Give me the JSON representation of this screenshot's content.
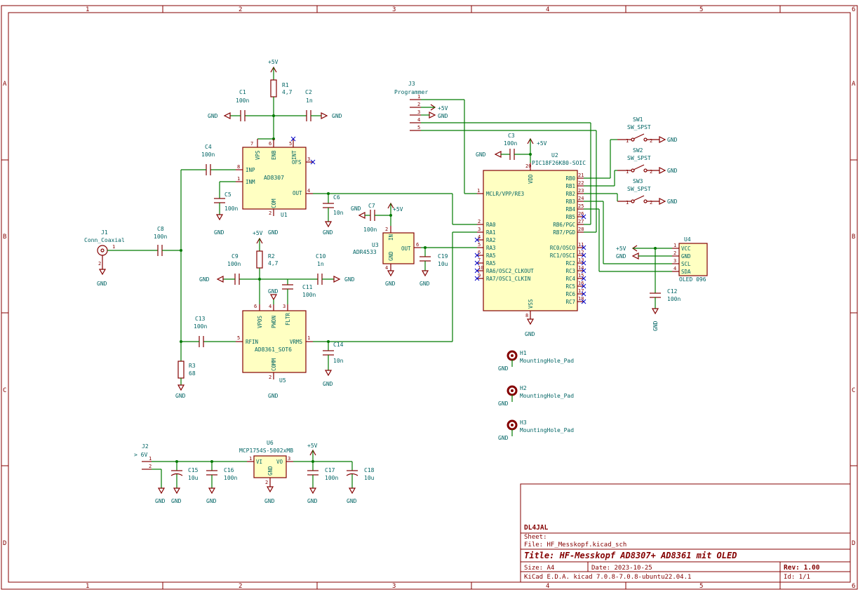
{
  "border": {
    "columns": [
      "1",
      "2",
      "3",
      "4",
      "5",
      "6"
    ],
    "rows": [
      "A",
      "B",
      "C",
      "D"
    ]
  },
  "title_block": {
    "company": "DL4JAL",
    "sheet_label": "Sheet:",
    "file": "File: HF_Messkopf.kicad_sch",
    "title": "Title: HF-Messkopf AD8307+ AD8361 mit OLED",
    "size": "Size: A4",
    "date": "Date: 2023-10-25",
    "rev": "Rev: 1.00",
    "tool": "KiCad E.D.A.  kicad 7.0.8-7.0.8-ubuntu22.04.1",
    "id": "Id: 1/1"
  },
  "power": {
    "gnd": "GND",
    "v5": "+5V"
  },
  "components": {
    "R1": {
      "ref": "R1",
      "val": "4,7"
    },
    "C1": {
      "ref": "C1",
      "val": "100n"
    },
    "C2": {
      "ref": "C2",
      "val": "1n"
    },
    "C4": {
      "ref": "C4",
      "val": "100n"
    },
    "C5": {
      "ref": "C5",
      "val": "100n"
    },
    "C6": {
      "ref": "C6",
      "val": "10n"
    },
    "C8": {
      "ref": "C8",
      "val": "100n"
    },
    "J1": {
      "ref": "J1",
      "val": "Conn_Coaxial"
    },
    "U1": {
      "ref": "U1",
      "val": "AD8307"
    },
    "R2": {
      "ref": "R2",
      "val": "4,7"
    },
    "C9": {
      "ref": "C9",
      "val": "100n"
    },
    "C10": {
      "ref": "C10",
      "val": "1n"
    },
    "C11": {
      "ref": "C11",
      "val": "100n"
    },
    "C13": {
      "ref": "C13",
      "val": "100n"
    },
    "C14": {
      "ref": "C14",
      "val": "10n"
    },
    "R3": {
      "ref": "R3",
      "val": "68"
    },
    "U5": {
      "ref": "U5",
      "val": "AD8361_SOT6"
    },
    "U3": {
      "ref": "U3",
      "val": "ADR4533"
    },
    "C7": {
      "ref": "C7",
      "val": "100n"
    },
    "C19": {
      "ref": "C19",
      "val": "10u"
    },
    "J3": {
      "ref": "J3",
      "val": "Programmer"
    },
    "C3": {
      "ref": "C3",
      "val": "100n"
    },
    "U2": {
      "ref": "U2",
      "val": "PIC18F26K80-SOIC"
    },
    "SW1": {
      "ref": "SW1",
      "val": "SW_SPST"
    },
    "SW2": {
      "ref": "SW2",
      "val": "SW_SPST"
    },
    "SW3": {
      "ref": "SW3",
      "val": "SW_SPST"
    },
    "U4": {
      "ref": "U4",
      "val": "OLED 096"
    },
    "C12": {
      "ref": "C12",
      "val": "100n"
    },
    "H1": {
      "ref": "H1",
      "val": "MountingHole_Pad"
    },
    "H2": {
      "ref": "H2",
      "val": "MountingHole_Pad"
    },
    "H3": {
      "ref": "H3",
      "val": "MountingHole_Pad"
    },
    "J2": {
      "ref": "J2",
      "val": "> 6V"
    },
    "U6": {
      "ref": "U6",
      "val": "MCP1754S-5002xMB"
    },
    "C15": {
      "ref": "C15",
      "val": "10u"
    },
    "C16": {
      "ref": "C16",
      "val": "100n"
    },
    "C17": {
      "ref": "C17",
      "val": "100n"
    },
    "C18": {
      "ref": "C18",
      "val": "10u"
    }
  },
  "pins": {
    "u1": {
      "vps": "VPS",
      "enb": "ENB",
      "int": "INT",
      "ofs": "OFS",
      "inp": "INP",
      "inm": "INM",
      "out": "OUT",
      "com": "COM"
    },
    "u5": {
      "vpos": "VPOS",
      "pwdn": "PWDN",
      "fltr": "FLTR",
      "rfin": "RFIN",
      "vrms": "VRMS",
      "comm": "COMM"
    },
    "u3": {
      "in": "IN",
      "out": "OUT",
      "gnd": "GND"
    },
    "u2": {
      "mclr": "MCLR/VPP/RE3",
      "vdd": "VDD",
      "vss": "VSS",
      "left": [
        "RA0",
        "RA1",
        "RA2",
        "RA3",
        "RA5",
        "RA5",
        "RA6/OSC2_CLKOUT",
        "RA7/OSC1_CLKIN"
      ],
      "right_b": [
        "RB0",
        "RB1",
        "RB2",
        "RB3",
        "RB4",
        "RB5",
        "RB6/PGC",
        "RB7/PGD"
      ],
      "right_c": [
        "RC0/OSCO",
        "RC1/OSCI",
        "RC2",
        "RC3",
        "RC4",
        "RC5",
        "RC6",
        "RC7"
      ]
    },
    "u4": [
      "VCC",
      "GND",
      "SCL",
      "SDA"
    ],
    "u6": {
      "vi": "VI",
      "vo": "VO"
    }
  }
}
